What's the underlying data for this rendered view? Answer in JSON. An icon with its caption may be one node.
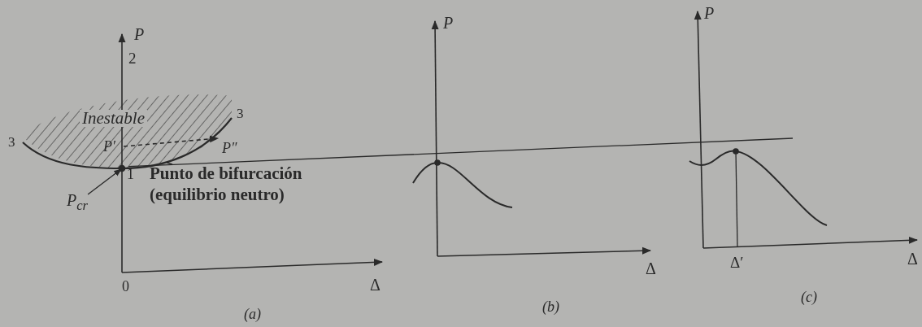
{
  "diagram": {
    "nodes": [
      {
        "text": [
          "P$_{cr}$"
        ]
      },
      {
        "text": [
          "Punto de bifurcación (equilibrio neutro)"
        ]
      },
      {
        "text": [],
        "shape": "circle"
      },
      {
        "text": [],
        "shape": "curve",
        "beside": [
          "3",
          "3"
        ]
      }
    ],
    "edges": [
      {
        "from": 0,
        "to": 2,
        "arrow": "to"
      },
      {
        "from": 1,
        "to": 3,
        "arrow": "none"
      }
    ],
    "labels": [
      "P",
      "2",
      "Inestable",
      "P′",
      "P″",
      "1",
      "0",
      "Δ",
      "(a)",
      "P",
      "Δ",
      "(b)",
      "P",
      "Δ′",
      "Δ",
      "(c)"
    ]
  }
}
